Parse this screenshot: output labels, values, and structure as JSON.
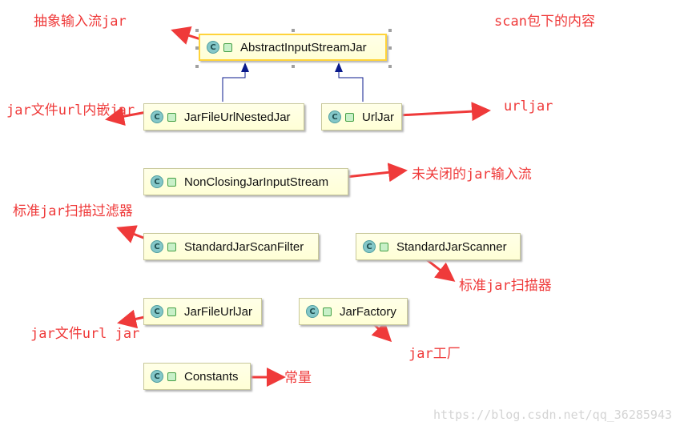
{
  "diagram": {
    "classes": {
      "abstract_input_stream_jar": {
        "name": "AbstractInputStreamJar",
        "icon": "class-icon"
      },
      "jar_file_url_nested_jar": {
        "name": "JarFileUrlNestedJar",
        "icon": "class-icon"
      },
      "url_jar": {
        "name": "UrlJar",
        "icon": "class-icon"
      },
      "non_closing_jar_input_stream": {
        "name": "NonClosingJarInputStream",
        "icon": "class-icon"
      },
      "standard_jar_scan_filter": {
        "name": "StandardJarScanFilter",
        "icon": "class-icon"
      },
      "standard_jar_scanner": {
        "name": "StandardJarScanner",
        "icon": "class-icon"
      },
      "jar_file_url_jar": {
        "name": "JarFileUrlJar",
        "icon": "class-icon"
      },
      "jar_factory": {
        "name": "JarFactory",
        "icon": "class-icon"
      },
      "constants": {
        "name": "Constants",
        "icon": "class-icon"
      }
    },
    "class_icon_letter": "C",
    "annotations": {
      "abstract_input_stream_jar": "抽象输入流jar",
      "package_contents": "scan包下的内容",
      "jar_file_url_nested_jar": "jar文件url内嵌jar",
      "url_jar": "urljar",
      "non_closing_jar_input_stream": "未关闭的jar输入流",
      "standard_jar_scan_filter": "标准jar扫描过滤器",
      "standard_jar_scanner": "标准jar扫描器",
      "jar_file_url_jar": "jar文件url jar",
      "jar_factory": "jar工厂",
      "constants": "常量"
    },
    "colors": {
      "annotation": "#ef3a3a",
      "node_fill": "#ffffdd",
      "selected_border": "#ffd33a",
      "inheritance_arrow": "#0a1a8c"
    }
  },
  "watermark": "https://blog.csdn.net/qq_36285943"
}
